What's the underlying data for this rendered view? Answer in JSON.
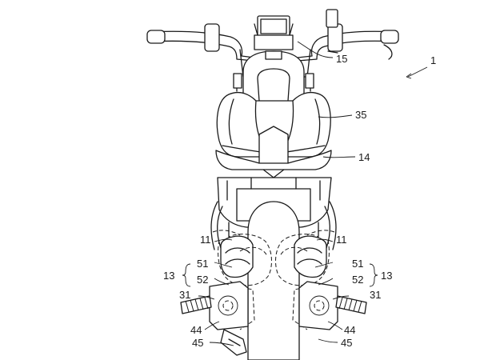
{
  "labels": {
    "ref_1": "1",
    "ref_15": "15",
    "ref_35": "35",
    "ref_14": "14",
    "ref_11_left": "11",
    "ref_11_right": "11",
    "ref_13_left": "13",
    "ref_13_right": "13",
    "ref_51_left": "51",
    "ref_51_right": "51",
    "ref_52_left": "52",
    "ref_52_right": "52",
    "ref_31_left": "31",
    "ref_31_right": "31",
    "ref_44_left": "44",
    "ref_44_right": "44",
    "ref_45_left": "45",
    "ref_45_right": "45"
  }
}
